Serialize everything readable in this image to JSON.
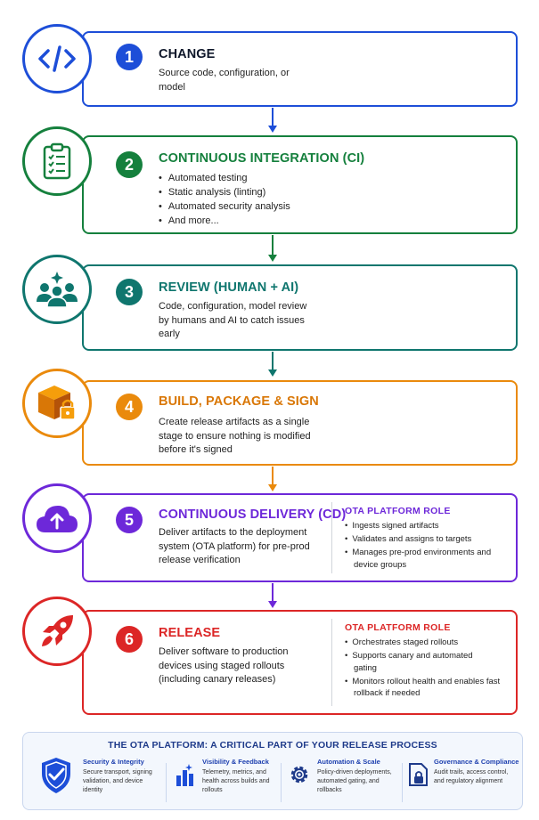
{
  "steps": [
    {
      "number": "1",
      "title": "CHANGE",
      "color": "#1d4ed8",
      "icon": "code-icon",
      "desc": "Source code, configuration, or model"
    },
    {
      "number": "2",
      "title": "CONTINUOUS INTEGRATION (CI)",
      "color": "#15803d",
      "icon": "clipboard-checklist-icon",
      "items": [
        "Automated testing",
        "Static analysis (linting)",
        "Automated security analysis",
        "And more..."
      ]
    },
    {
      "number": "3",
      "title": "REVIEW (HUMAN + AI)",
      "color": "#0f766e",
      "icon": "people-sparkle-icon",
      "desc": "Code, configuration, model review by humans and AI to catch issues early"
    },
    {
      "number": "4",
      "title": "BUILD, PACKAGE & SIGN",
      "color": "#ea8a0c",
      "icon": "package-lock-icon",
      "desc": "Create release artifacts as a single stage to ensure nothing is modified before it's signed"
    },
    {
      "number": "5",
      "title": "CONTINUOUS DELIVERY (CD)",
      "color": "#6d28d9",
      "icon": "cloud-upload-icon",
      "desc": "Deliver artifacts to the deployment system (OTA platform) for pre-prod release verification",
      "role_title": "OTA PLATFORM ROLE",
      "role_items": [
        "Ingests signed artifacts",
        "Validates and assigns to targets",
        "Manages pre-prod environments and device groups"
      ]
    },
    {
      "number": "6",
      "title": "RELEASE",
      "color": "#dc2626",
      "icon": "rocket-icon",
      "desc": "Deliver software to production devices using staged rollouts (including canary releases)",
      "role_title": "OTA PLATFORM ROLE",
      "role_items": [
        "Orchestrates staged rollouts",
        "Supports canary and automated gating",
        "Monitors rollout health and enables fast rollback if needed"
      ]
    }
  ],
  "platform": {
    "title": "THE OTA PLATFORM: A CRITICAL PART OF YOUR RELEASE PROCESS",
    "features": [
      {
        "title": "Security & Integrity",
        "desc": "Secure transport, signing validation, and device identity",
        "icon": "shield-check-icon"
      },
      {
        "title": "Visibility & Feedback",
        "desc": "Telemetry, metrics, and health across builds and rollouts",
        "icon": "bar-chart-icon"
      },
      {
        "title": "Automation & Scale",
        "desc": "Policy-driven deployments, automated gating, and rollbacks",
        "icon": "gear-icon"
      },
      {
        "title": "Governance & Compliance",
        "desc": "Audit trails, access control, and regulatory alignment",
        "icon": "document-lock-icon"
      }
    ]
  }
}
